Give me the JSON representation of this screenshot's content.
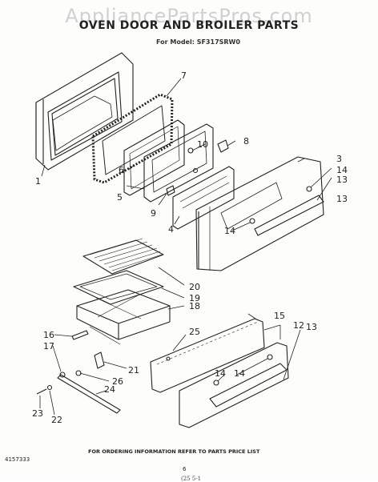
{
  "header": {
    "watermark": "AppliancePartsPros.com",
    "title": "OVEN DOOR AND BROILER PARTS",
    "model_line": "For Model: SF317SRW0"
  },
  "callouts": [
    "1",
    "3",
    "4",
    "5",
    "6",
    "7",
    "8",
    "9",
    "10",
    "13",
    "13",
    "14",
    "14",
    "14",
    "14",
    "12",
    "13",
    "15",
    "16",
    "17",
    "18",
    "19",
    "20",
    "21",
    "22",
    "23",
    "24",
    "25",
    "26"
  ],
  "footer": {
    "ordering_note": "FOR ORDERING INFORMATION REFER TO PARTS PRICE LIST",
    "doc_number": "4157333",
    "page_number": "6",
    "handwritten": "(25 5-1"
  }
}
